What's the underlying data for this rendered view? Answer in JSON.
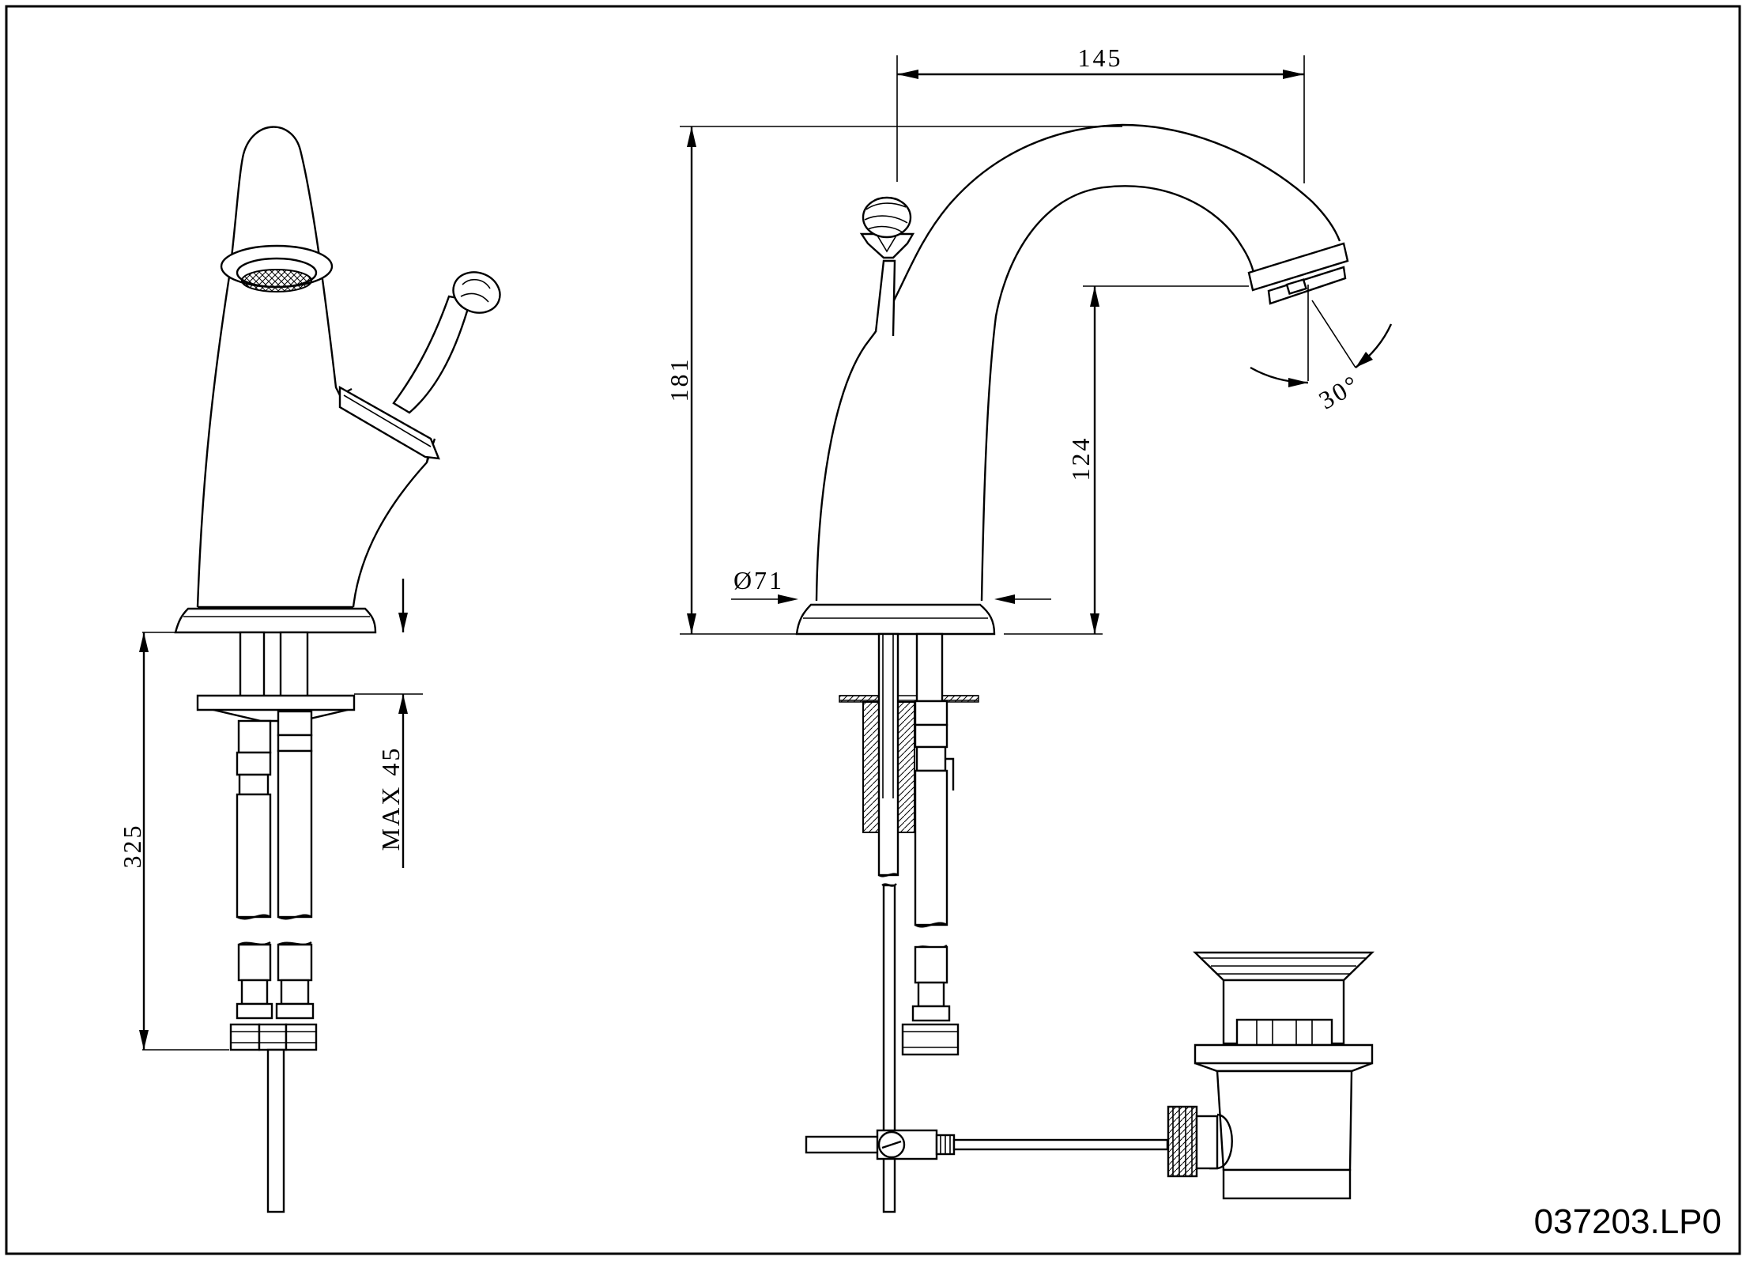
{
  "drawing": {
    "code": "037203.LP0",
    "dimensions": {
      "width_spout": "145",
      "height_total": "181",
      "height_spout": "124",
      "base_diameter": "Ø71",
      "hose_length": "325",
      "max_thickness": "MAX 45",
      "angle": "30°"
    }
  }
}
